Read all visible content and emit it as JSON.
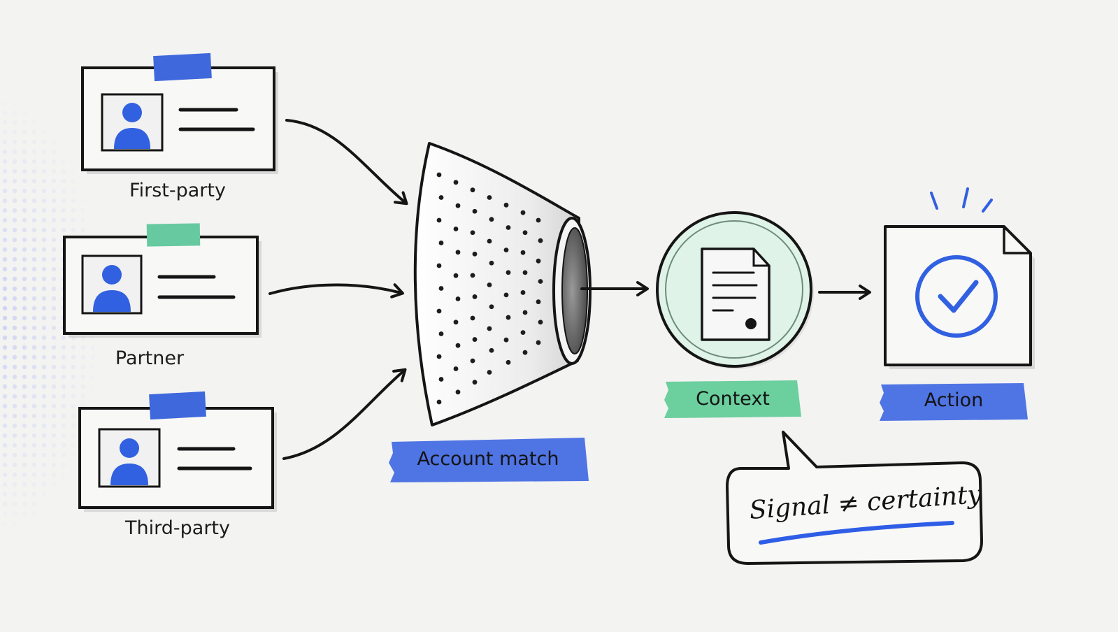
{
  "sources": [
    {
      "label": "First-party",
      "tape_color": "#3f68dc"
    },
    {
      "label": "Partner",
      "tape_color": "#67c9a0"
    },
    {
      "label": "Third-party",
      "tape_color": "#3f68dc"
    }
  ],
  "stages": {
    "account_match": {
      "label": "Account match",
      "tape_color": "#4f74e4"
    },
    "context": {
      "label": "Context",
      "tape_color": "#6ccf9e"
    },
    "action": {
      "label": "Action",
      "tape_color": "#4f74e4"
    }
  },
  "note": {
    "text": "Signal ≠ certainty",
    "underline_color": "#2f5ee6"
  },
  "colors": {
    "ink": "#151515",
    "accent_blue": "#3160e0",
    "accent_green": "#dff3e8",
    "paper": "#f3f3f2"
  },
  "icons": [
    "profile-card-icon",
    "funnel-icon",
    "document-icon",
    "checkmark-icon"
  ]
}
